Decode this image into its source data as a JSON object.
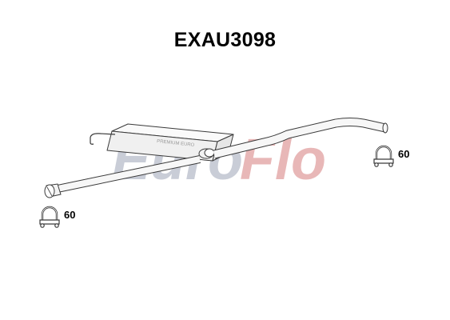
{
  "title": "EXAU3098",
  "watermark": {
    "brand_prefix": "Euro",
    "brand_suffix": "Flo",
    "prefix_color": "#c9cdd7",
    "suffix_color": "#e8b7b7"
  },
  "muffler_text": "PREMIUM EURO",
  "clamps": [
    {
      "id": "right",
      "label": "60",
      "icon": "u-bolt-clamp-icon"
    },
    {
      "id": "left",
      "label": "60",
      "icon": "u-bolt-clamp-icon"
    }
  ],
  "colors": {
    "line": "#3a3a3a",
    "pipe_fill": "#f7f7f7",
    "muffler_fill": "#f2f2f2"
  }
}
